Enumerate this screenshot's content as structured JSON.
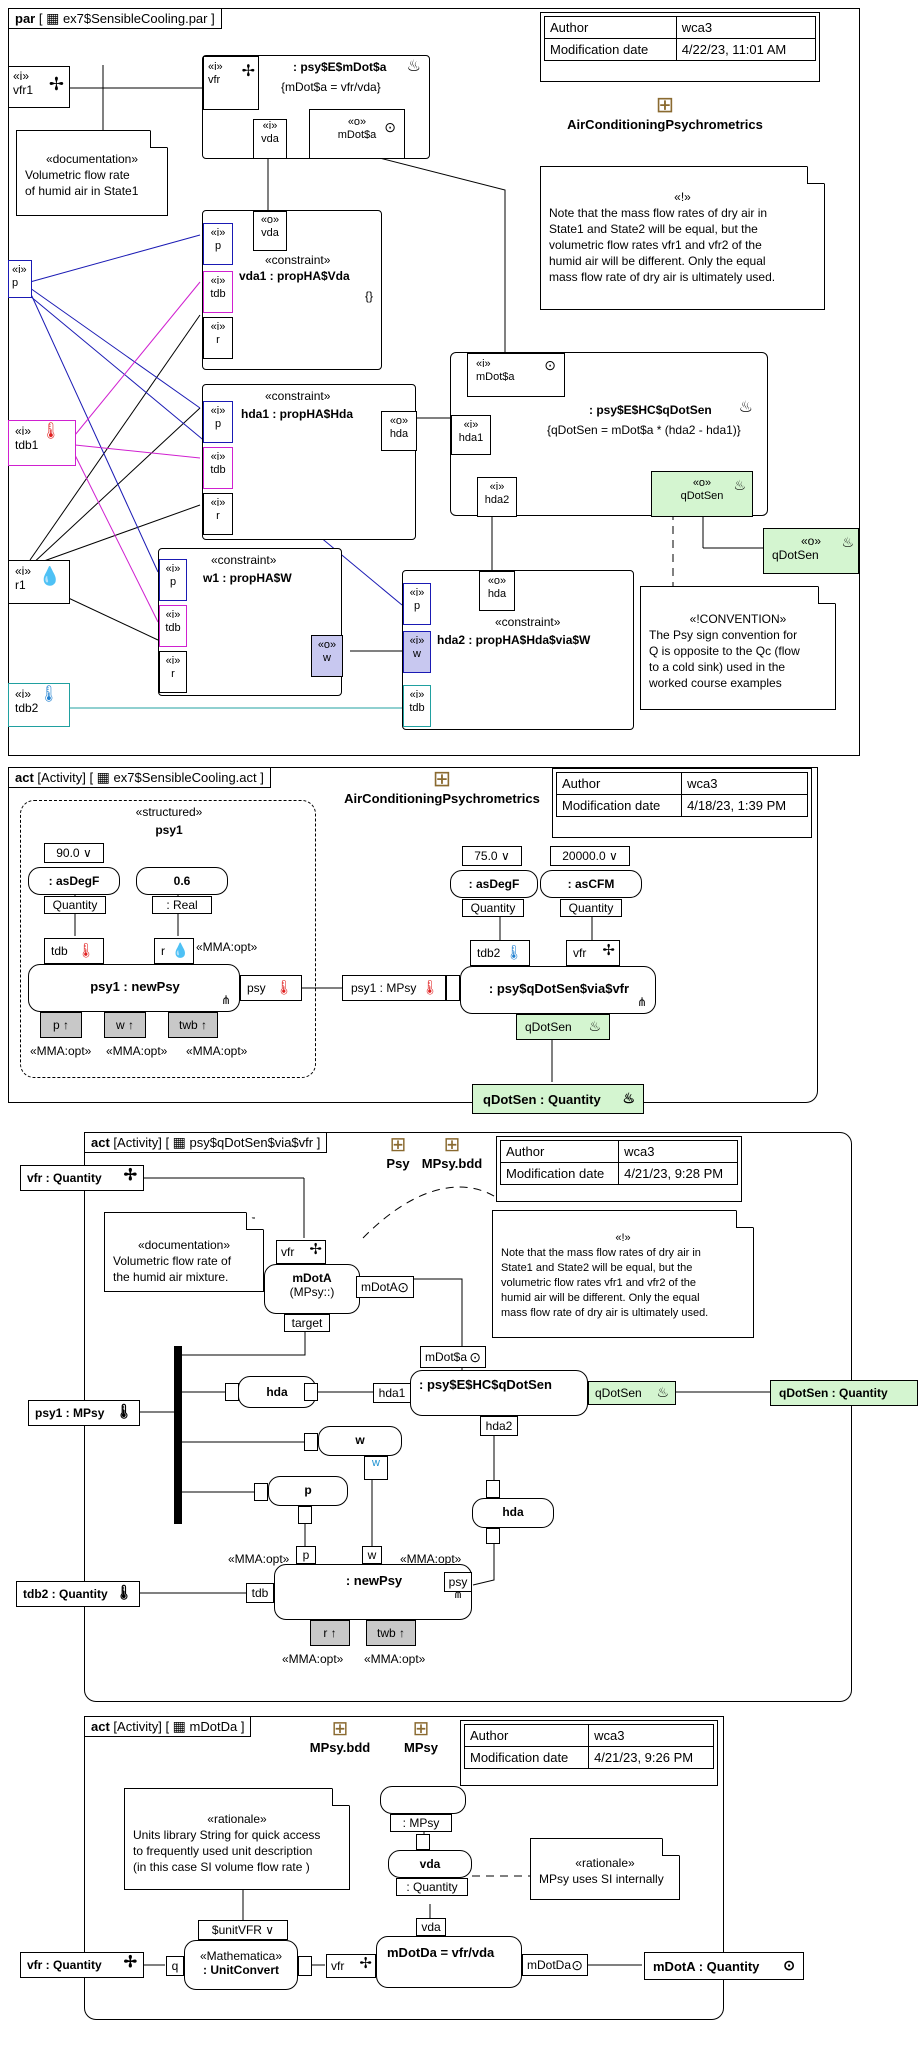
{
  "d1": {
    "kind": "par",
    "name": "ex7$SensibleCooling.par",
    "meta": {
      "author_label": "Author",
      "author": "wca3",
      "mod_label": "Modification date",
      "mod": "4/22/23, 11:01 AM"
    },
    "package": "AirConditioningPsychrometrics",
    "vfr1": {
      "stereo": "«i»",
      "name": "vfr1"
    },
    "doc1": {
      "stereo": "«documentation»",
      "l1": "Volumetric flow rate",
      "l2": "of humid air in State1"
    },
    "mdot": {
      "title": ": psy$E$mDot$a",
      "expr": "{mDot$a = vfr/vda}",
      "vfr_s": "«i»",
      "vfr": "vfr",
      "vda_s": "«i»",
      "vda": "vda",
      "out_s": "«o»",
      "out": "mDot$a"
    },
    "note1": {
      "stereo": "«!»",
      "lines": [
        "Note that the mass flow rates of dry air in",
        "State1 and State2 will be equal, but the",
        "volumetric flow rates vfr1 and vfr2 of the",
        "humid air will be different. Only the equal",
        "mass flow rate of dry air is ultimately used."
      ]
    },
    "vda1": {
      "stereo": "«constraint»",
      "name": "vda1 : propHA$Vda",
      "expr": "{}",
      "o_s": "«o»",
      "o": "vda",
      "p_s": "«i»",
      "p": "p",
      "tdb_s": "«i»",
      "tdb": "tdb",
      "r_s": "«i»",
      "r": "r"
    },
    "pport": {
      "stereo": "«i»",
      "name": "p"
    },
    "tdb1": {
      "stereo": "«i»",
      "name": "tdb1"
    },
    "r1": {
      "stereo": "«i»",
      "name": "r1"
    },
    "tdb2": {
      "stereo": "«i»",
      "name": "tdb2"
    },
    "hda1": {
      "stereo": "«constraint»",
      "name": "hda1 : propHA$Hda",
      "o_s": "«o»",
      "o": "hda",
      "p_s": "«i»",
      "p": "p",
      "tdb_s": "«i»",
      "tdb": "tdb",
      "r_s": "«i»",
      "r": "r"
    },
    "qdot": {
      "title": ": psy$E$HC$qDotSen",
      "expr": "{qDotSen = mDot$a * (hda2 - hda1)}",
      "m_s": "«i»",
      "m": "mDot$a",
      "h1_s": "«i»",
      "h1": "hda1",
      "h2_s": "«i»",
      "h2": "hda2",
      "o_s": "«o»",
      "o": "qDotSen"
    },
    "qout": {
      "stereo": "«o»",
      "name": "qDotSen"
    },
    "w1": {
      "stereo": "«constraint»",
      "name": "w1 : propHA$W",
      "p_s": "«i»",
      "p": "p",
      "tdb_s": "«i»",
      "tdb": "tdb",
      "r_s": "«i»",
      "r": "r",
      "o_s": "«o»",
      "o": "w"
    },
    "hda2": {
      "stereo": "«constraint»",
      "name": "hda2 : propHA$Hda$via$W",
      "o_s": "«o»",
      "o": "hda",
      "p_s": "«i»",
      "p": "p",
      "w_s": "«i»",
      "w": "w",
      "tdb_s": "«i»",
      "tdb": "tdb"
    },
    "conv": {
      "stereo": "«!CONVENTION»",
      "lines": [
        "The Psy sign convention for",
        "Q is opposite to the Qc (flow",
        "to a cold sink) used in the",
        "worked course examples"
      ]
    }
  },
  "d2": {
    "kind": "act",
    "bracket": "[Activity]",
    "name": "ex7$SensibleCooling.act",
    "meta": {
      "author_label": "Author",
      "author": "wca3",
      "mod_label": "Modification date",
      "mod": "4/18/23, 1:39 PM"
    },
    "package": "AirConditioningPsychrometrics",
    "structured": "«structured»",
    "psy1": "psy1",
    "v900": "90.0 ∨",
    "asdegf1": ": asDegF",
    "quantity": "Quantity",
    "v06": "0.6",
    "real": ": Real",
    "tdb": "tdb",
    "r": "r",
    "mmaopt": "«MMA:opt»",
    "newpsy": "psy1 : newPsy",
    "psy": "psy",
    "p": "p",
    "w": "w",
    "twb": "twb",
    "mpsy": "psy1 : MPsy",
    "v750": "75.0 ∨",
    "asdegf2": ": asDegF",
    "v20000": "20000.0 ∨",
    "ascfm": ": asCFM",
    "tdb2": "tdb2",
    "vfr": "vfr",
    "qdotvia": ": psy$qDotSen$via$vfr",
    "qdotsen": "qDotSen",
    "qdotq": "qDotSen : Quantity"
  },
  "d3": {
    "kind": "act",
    "bracket": "[Activity]",
    "name": "psy$qDotSen$via$vfr",
    "meta": {
      "author_label": "Author",
      "author": "wca3",
      "mod_label": "Modification date",
      "mod": "4/21/23, 9:28 PM"
    },
    "pkg1": "Psy",
    "pkg2": "MPsy.bdd",
    "vfrq": "vfr : Quantity",
    "doc": {
      "stereo": "«documentation»",
      "l1": "Volumetric flow rate of",
      "l2": "the humid air mixture."
    },
    "vfr": "vfr",
    "mdota": "mDotA",
    "mpsyns": "(MPsy::)",
    "target": "target",
    "mdota_pin": "mDotA",
    "note": {
      "stereo": "«!»",
      "lines": [
        "Note that the mass flow rates of dry air in",
        "State1 and State2 will be equal, but the",
        "volumetric flow rates vfr1 and vfr2 of the",
        "humid air will be different. Only the equal",
        "mass flow rate of dry air is ultimately used."
      ]
    },
    "psy1mpsy": "psy1 : MPsy",
    "hda": "hda",
    "hda1": "hda1",
    "mdotdollar": "mDot$a",
    "qhc": ": psy$E$HC$qDotSen",
    "qdotsen": "qDotSen",
    "qdotq": "qDotSen : Quantity",
    "hda2": "hda2",
    "w": "w",
    "p": "p",
    "hdab": "hda",
    "mmaopt": "«MMA:opt»",
    "newpsy": ": newPsy",
    "psy": "psy",
    "tdb2q": "tdb2 : Quantity",
    "tdb": "tdb",
    "r": "r",
    "twb": "twb"
  },
  "d4": {
    "kind": "act",
    "bracket": "[Activity]",
    "name": "mDotDa",
    "meta": {
      "author_label": "Author",
      "author": "wca3",
      "mod_label": "Modification date",
      "mod": "4/21/23, 9:26 PM"
    },
    "pkg1": "MPsy.bdd",
    "pkg2": "MPsy",
    "rat1": {
      "stereo": "«rationale»",
      "lines": [
        "Units library String for quick access",
        "to frequently used unit description",
        "(in this case SI volume flow rate )"
      ]
    },
    "mpsy": ": MPsy",
    "vda": "vda",
    "quantity": ": Quantity",
    "rat2": {
      "stereo": "«rationale»",
      "l1": "MPsy uses SI internally"
    },
    "unitvfr": "$unitVFR ∨",
    "math": "«Mathematica»",
    "uc": ": UnitConvert",
    "q": "q",
    "vfrq": "vfr : Quantity",
    "vfr": "vfr",
    "vdapin": "vda",
    "mdotda_expr": "mDotDa = vfr/vda",
    "mdotda": "mDotDa",
    "mdotaq": "mDotA : Quantity"
  },
  "icons": {
    "fan": "fan-icon",
    "flame": "flame-icon",
    "pin": "output-pin-icon",
    "thermo_red": "thermometer-red-icon",
    "thermo_blue": "thermometer-blue-icon",
    "drop": "humidity-icon",
    "package": "package-icon",
    "fork": "fork-icon"
  },
  "colors": {
    "blue": "#1a1ab4",
    "magenta": "#d020d0",
    "teal": "#20a0a0",
    "green_fill": "#d4f5d0",
    "blue_fill": "#c8c8f0",
    "grey_fill": "#c8c8c8",
    "red": "#e02020"
  }
}
